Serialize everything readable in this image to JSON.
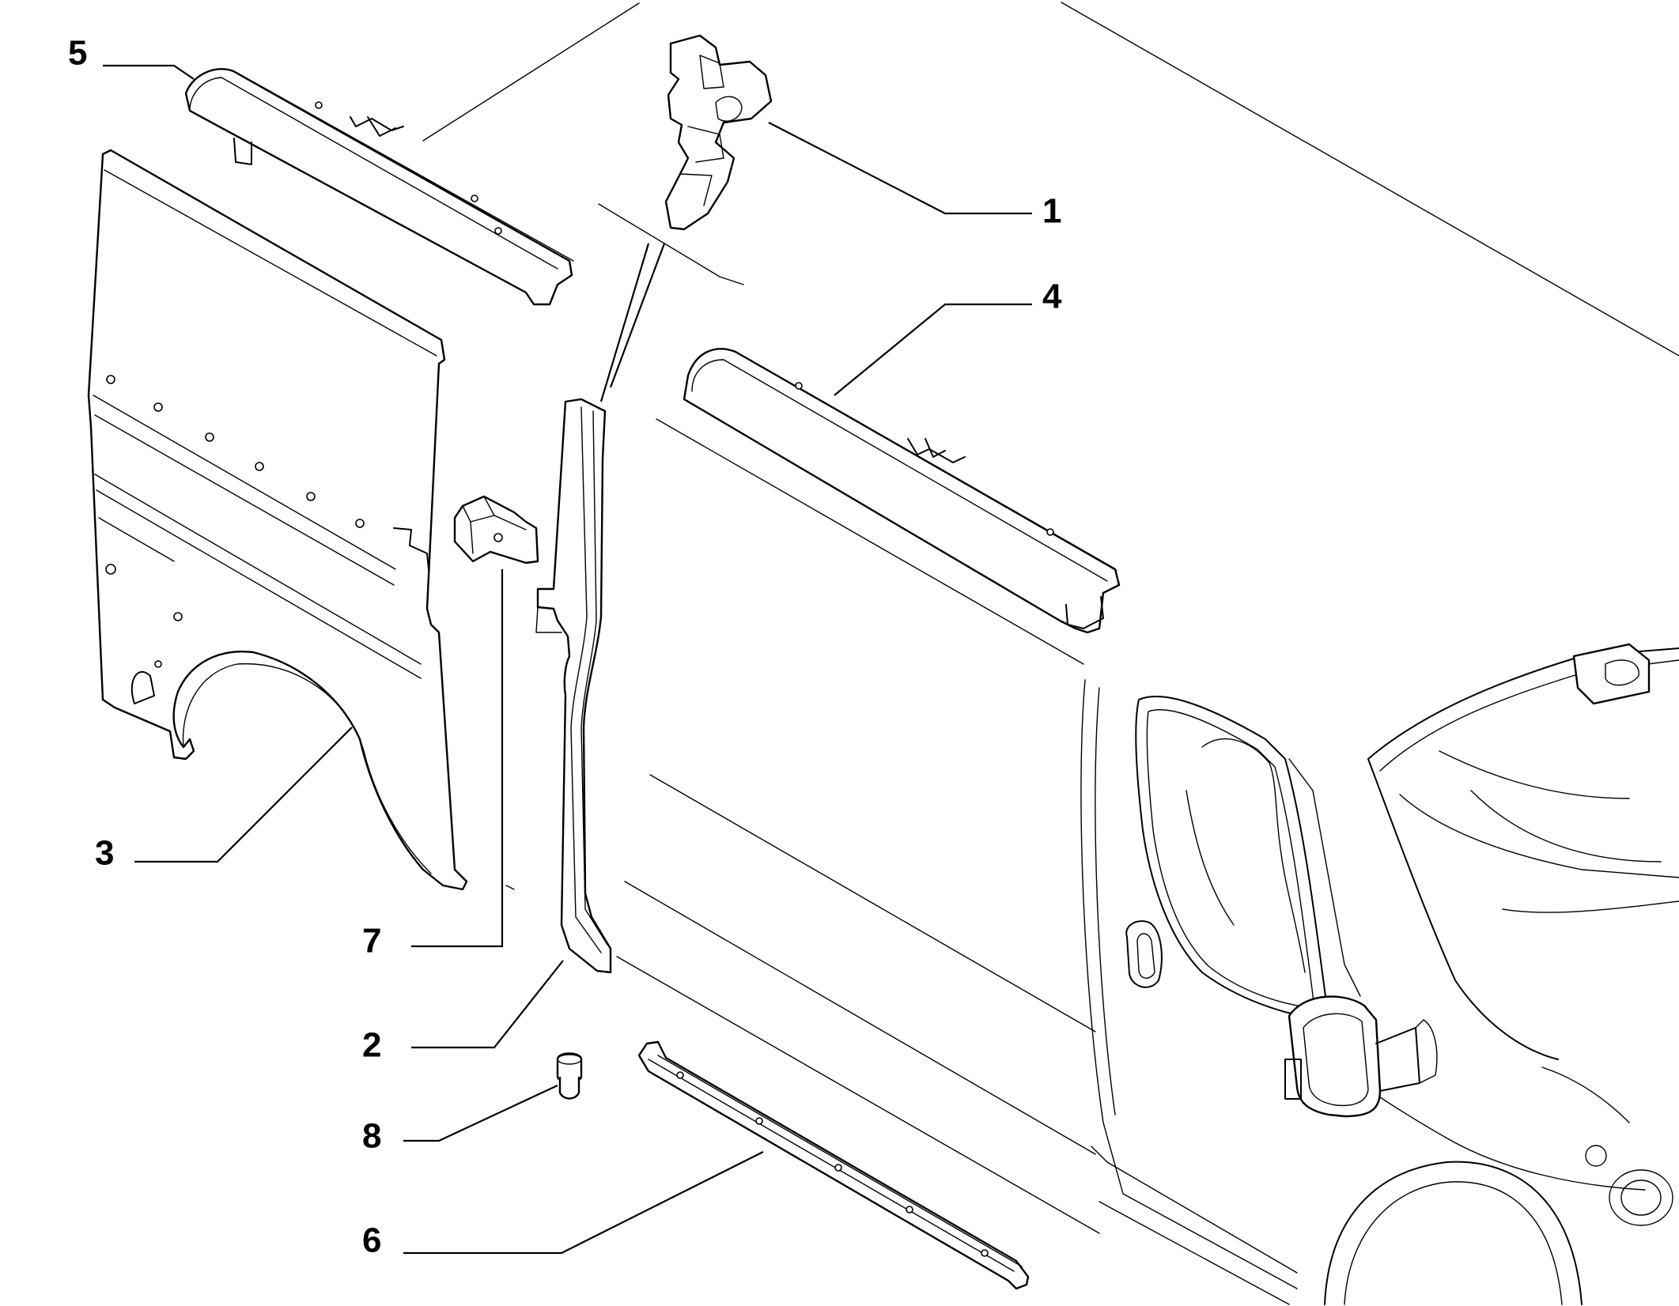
{
  "callouts": [
    {
      "id": "part-1",
      "number": "1"
    },
    {
      "id": "part-2",
      "number": "2"
    },
    {
      "id": "part-3",
      "number": "3"
    },
    {
      "id": "part-4",
      "number": "4"
    },
    {
      "id": "part-5",
      "number": "5"
    },
    {
      "id": "part-6",
      "number": "6"
    },
    {
      "id": "part-7",
      "number": "7"
    },
    {
      "id": "part-8",
      "number": "8"
    }
  ]
}
